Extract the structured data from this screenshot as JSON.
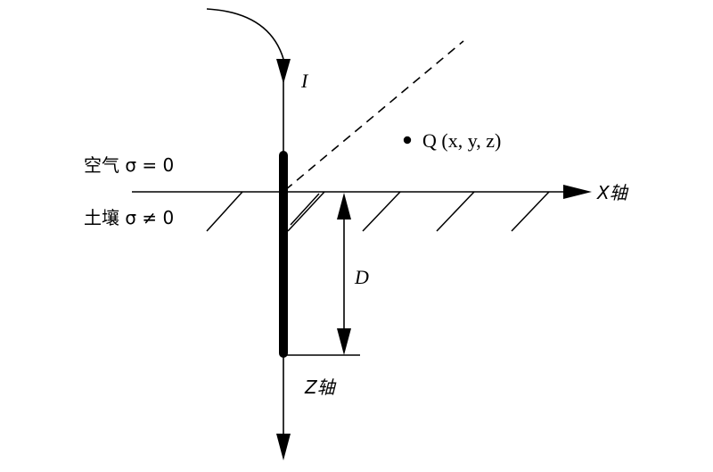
{
  "labels": {
    "current": "I",
    "point": "Q (x, y, z)",
    "air": "空气 σ = 0",
    "soil": "土壤 σ ≠ 0",
    "x_axis": "X轴",
    "z_axis": "Z轴",
    "depth": "D"
  },
  "colors": {
    "stroke": "#000000",
    "background": "#ffffff"
  }
}
